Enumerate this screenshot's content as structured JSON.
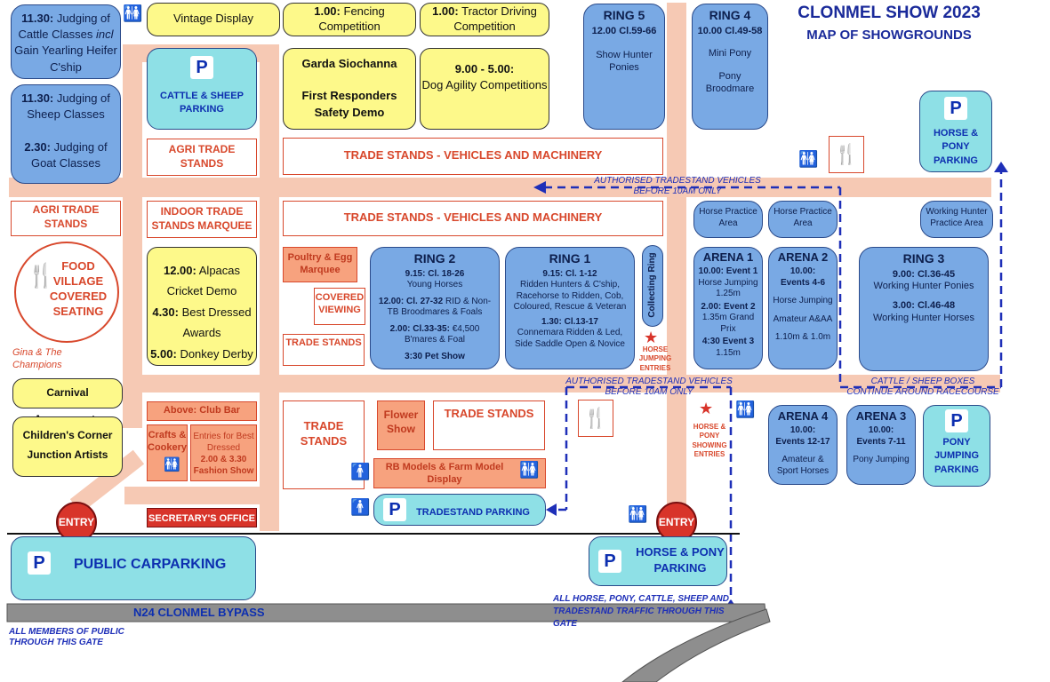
{
  "title": "CLONMEL SHOW 2023",
  "subtitle": "MAP OF SHOWGROUNDS",
  "colors": {
    "ring_blue": "#79a9e4",
    "yellow": "#fdf98a",
    "trade_red": "#d8482c",
    "parking_cyan": "#8ee0e6",
    "road": "#f6c9b4",
    "dash_blue": "#1e2fb8"
  },
  "left_column": {
    "cattle": {
      "time": "11.30:",
      "text1": "Judging of Cattle Classes",
      "incl": "incl",
      "text2": "Gain Yearling Heifer C'ship"
    },
    "sheep": {
      "time": "11.30:",
      "text1": "Judging of Sheep Classes",
      "time2": "2.30:",
      "text2": "Judging of Goat Classes"
    },
    "agri_trade_left": "AGRI TRADE STANDS",
    "food_village": {
      "line1": "FOOD",
      "line2": "VILLAGE",
      "line3": "COVERED",
      "line4": "SEATING"
    },
    "gina": "Gina & The Champions",
    "carnival": "Carnival Amusements",
    "childrens": {
      "line1": "Children's Corner",
      "line2": "Junction Artists"
    }
  },
  "top": {
    "vintage": "Vintage Display",
    "fencing": {
      "time": "1.00:",
      "text": "Fencing Competition"
    },
    "tractor": {
      "time": "1.00:",
      "text": "Tractor Driving Competition"
    },
    "cattle_parking": "CATTLE & SHEEP PARKING",
    "garda": {
      "line1": "Garda Siochanna",
      "line2": "First Responders Safety Demo"
    },
    "dog": {
      "time": "9.00 - 5.00:",
      "text": "Dog Agility Competitions"
    },
    "agri_trade_mid": "AGRI TRADE STANDS",
    "trade_vehicles_1": "TRADE STANDS - VEHICLES AND MACHINERY",
    "trade_vehicles_2": "TRADE STANDS - VEHICLES AND MACHINERY",
    "indoor": "INDOOR TRADE STANDS MARQUEE"
  },
  "ring5": {
    "title": "RING 5",
    "line1": "12.00 Cl.59-66",
    "line2": "Show Hunter Ponies"
  },
  "ring4": {
    "title": "RING 4",
    "line1": "10.00 Cl.49-58",
    "line2": "Mini Pony",
    "line3": "Pony Broodmare"
  },
  "horse_pony_parking_top": "HORSE & PONY PARKING",
  "authorised_top": {
    "line1": "AUTHORISED TRADESTAND VEHICLES",
    "line2": "BEFORE 10AM ONLY"
  },
  "authorised_mid": {
    "line1": "AUTHORISED TRADESTAND VEHICLES",
    "line2": "BEFORE 10AM ONLY"
  },
  "horse_practice_1": "Horse Practice Area",
  "horse_practice_2": "Horse Practice Area",
  "working_hunter_practice": "Working Hunter Practice Area",
  "alpacas": {
    "a_time": "12.00:",
    "a_text": "Alpacas",
    "b_text": "Cricket Demo",
    "c_time": "4.30:",
    "c_text": "Best Dressed Awards",
    "d_time": "5.00:",
    "d_text": "Donkey Derby"
  },
  "poultry": "Poultry & Egg Marquee",
  "covered_viewing": "COVERED VIEWING",
  "trade_stands_small": "TRADE STANDS",
  "ring2": {
    "title": "RING 2",
    "l1a": "9.15:",
    "l1b": "Cl. 18-26",
    "l2": "Young Horses",
    "l3a": "12.00:",
    "l3b": "Cl. 27-32",
    "l3c": "RID & Non-TB Broodmares & Foals",
    "l4a": "2.00:",
    "l4b": "Cl.33-35:",
    "l4c": "€4,500 B'mares & Foal",
    "l5a": "3:30",
    "l5b": "Pet Show"
  },
  "ring1": {
    "title": "RING 1",
    "l1": "9.15: Cl. 1-12",
    "l2": "Ridden Hunters & C'ship, Racehorse to Ridden, Cob, Coloured, Rescue & Veteran",
    "l3": "1.30: Cl.13-17",
    "l4": "Connemara Ridden & Led, Side Saddle Open & Novice"
  },
  "collecting_ring": "Collecting Ring",
  "horse_jumping_entries": "HORSE JUMPING ENTRIES",
  "arena1": {
    "title": "ARENA 1",
    "e1": "10.00: Event 1",
    "e1b": "Horse Jumping 1.25m",
    "e2": "2.00: Event 2",
    "e2b": "1.35m Grand Prix",
    "e3": "4:30 Event 3",
    "e3b": "1.15m"
  },
  "arena2": {
    "title": "ARENA 2",
    "e1": "10.00:",
    "e1b": "Events 4-6",
    "e2": "Horse Jumping",
    "e3": "Amateur A&AA",
    "e4": "1.10m & 1.0m"
  },
  "ring3": {
    "title": "RING 3",
    "l1": "9.00: Cl.36-45",
    "l2": "Working Hunter Ponies",
    "l3": "3.00: Cl.46-48",
    "l4": "Working Hunter Horses"
  },
  "cattle_boxes": {
    "line1": "CATTLE / SHEEP BOXES",
    "line2": "CONTINUE AROUND RACECOURSE"
  },
  "club_bar": "Above: Club Bar",
  "crafts": "Crafts & Cookery",
  "best_dressed": {
    "line1": "Entries for Best Dressed",
    "line2": "2.00 & 3.30 Fashion Show"
  },
  "secretary": "SECRETARY'S OFFICE",
  "trade_stands_big": "TRADE STANDS",
  "flower_show": "Flower Show",
  "trade_stands_big2": "TRADE STANDS",
  "rb_models": "RB Models & Farm Model Display",
  "tradestand_parking": "TRADESTAND PARKING",
  "horse_pony_showing": "HORSE & PONY SHOWING ENTRIES",
  "arena4": {
    "title": "ARENA 4",
    "l1": "10.00:",
    "l2": "Events 12-17",
    "l3": "Amateur & Sport Horses"
  },
  "arena3": {
    "title": "ARENA 3",
    "l1": "10.00:",
    "l2": "Events 7-11",
    "l3": "Pony Jumping"
  },
  "pony_jumping_parking": "PONY JUMPING PARKING",
  "entry_label": "ENTRY",
  "public_carparking": "PUBLIC CARPARKING",
  "horse_pony_parking_bottom": "HORSE & PONY PARKING",
  "bypass": "N24 CLONMEL BYPASS",
  "all_public": "ALL MEMBERS OF PUBLIC THROUGH THIS GATE",
  "all_horse": "ALL HORSE, PONY, CATTLE, SHEEP AND TRADESTAND TRAFFIC THROUGH THIS GATE",
  "p_letter": "P"
}
